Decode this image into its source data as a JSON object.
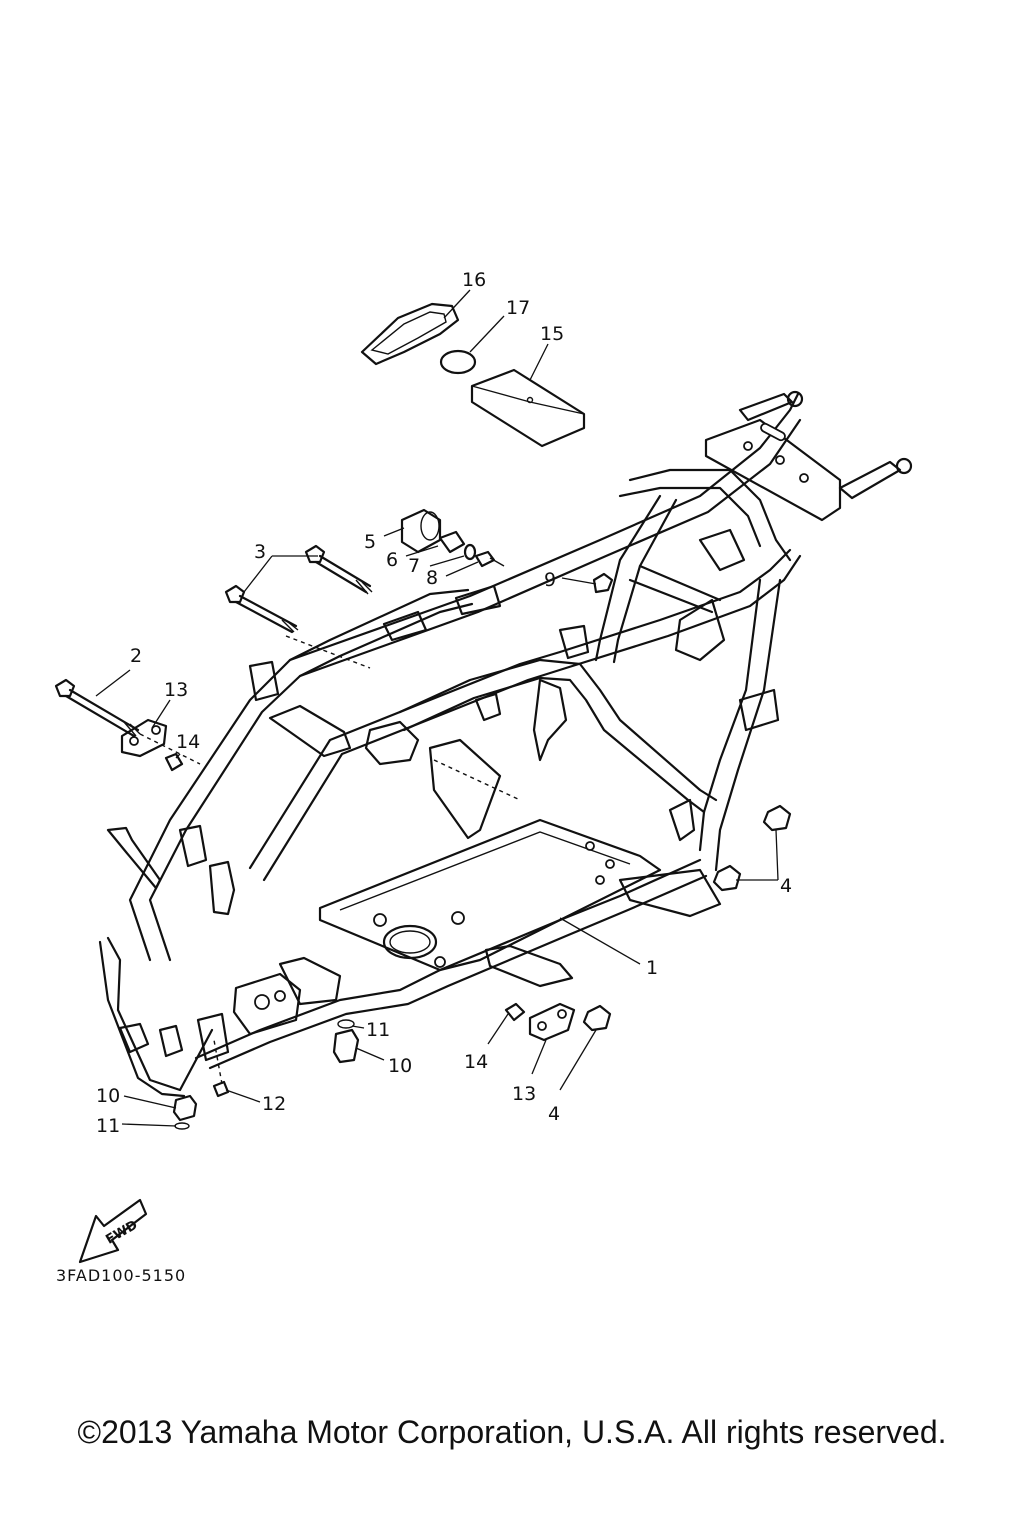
{
  "callouts": [
    {
      "id": "c16",
      "text": "16"
    },
    {
      "id": "c17",
      "text": "17"
    },
    {
      "id": "c15",
      "text": "15"
    },
    {
      "id": "c5",
      "text": "5"
    },
    {
      "id": "c6",
      "text": "6"
    },
    {
      "id": "c7",
      "text": "7"
    },
    {
      "id": "c8",
      "text": "8"
    },
    {
      "id": "c3",
      "text": "3"
    },
    {
      "id": "c9",
      "text": "9"
    },
    {
      "id": "c2",
      "text": "2"
    },
    {
      "id": "c13a",
      "text": "13"
    },
    {
      "id": "c14a",
      "text": "14"
    },
    {
      "id": "c4a",
      "text": "4"
    },
    {
      "id": "c1",
      "text": "1"
    },
    {
      "id": "c11a",
      "text": "11"
    },
    {
      "id": "c10a",
      "text": "10"
    },
    {
      "id": "c14b",
      "text": "14"
    },
    {
      "id": "c13b",
      "text": "13"
    },
    {
      "id": "c4b",
      "text": "4"
    },
    {
      "id": "c10b",
      "text": "10"
    },
    {
      "id": "c12",
      "text": "12"
    },
    {
      "id": "c11b",
      "text": "11"
    }
  ],
  "fwd_label": "FWD",
  "diagram_code": "3FAD100-5150",
  "copyright": "©2013 Yamaha Motor Corporation, U.S.A. All rights reserved."
}
